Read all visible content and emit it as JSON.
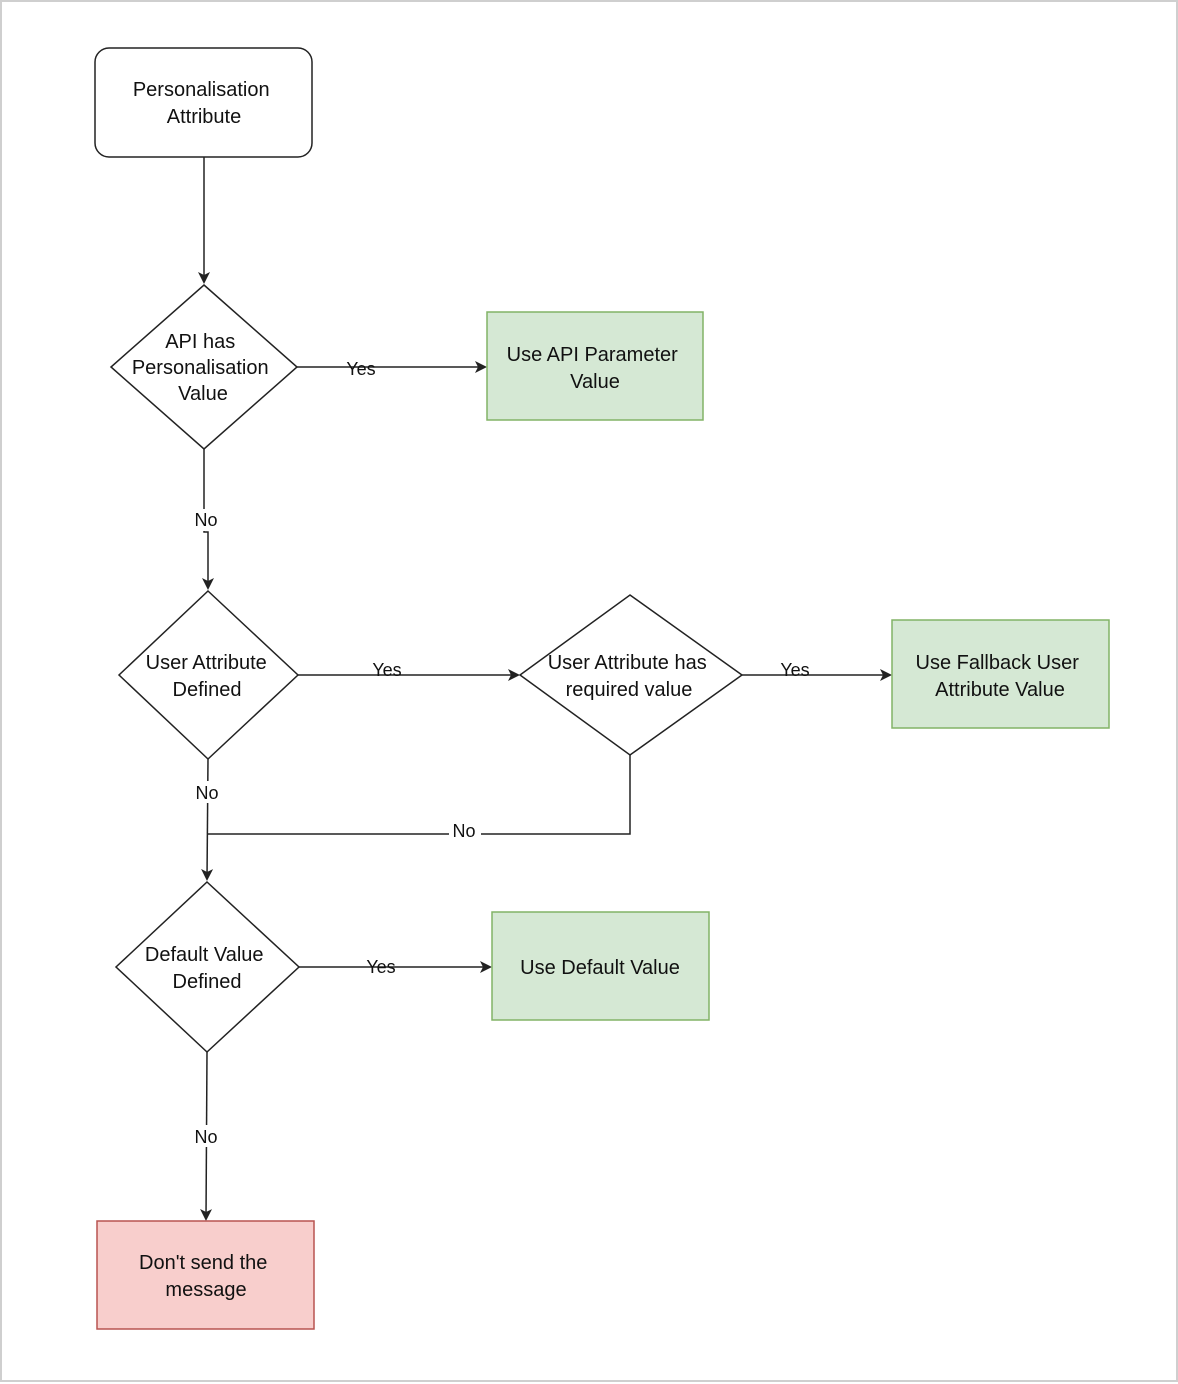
{
  "diagram": {
    "nodes": {
      "start": {
        "lines": [
          "Personalisation",
          "Attribute"
        ]
      },
      "api_decision": {
        "lines": [
          "API has",
          "Personalisation",
          "Value"
        ]
      },
      "use_api": {
        "lines": [
          "Use API Parameter",
          "Value"
        ]
      },
      "user_attr_decision": {
        "lines": [
          "User Attribute",
          "Defined"
        ]
      },
      "user_attr_required": {
        "lines": [
          "User Attribute has",
          "required value"
        ]
      },
      "use_fallback": {
        "lines": [
          "Use Fallback User",
          "Attribute Value"
        ]
      },
      "default_decision": {
        "lines": [
          "Default Value",
          "Defined"
        ]
      },
      "use_default": {
        "lines": [
          "Use Default Value"
        ]
      },
      "dont_send": {
        "lines": [
          "Don't send the",
          "message"
        ]
      }
    },
    "edge_labels": {
      "api_yes": "Yes",
      "api_no": "No",
      "user_attr_yes": "Yes",
      "user_attr_no": "No",
      "required_yes": "Yes",
      "required_no": "No",
      "default_yes": "Yes",
      "default_no": "No"
    },
    "colors": {
      "success_fill": "#d5e8d4",
      "success_stroke": "#82b366",
      "stop_fill": "#f8cecc",
      "stop_stroke": "#b85450",
      "line": "#222222"
    }
  }
}
